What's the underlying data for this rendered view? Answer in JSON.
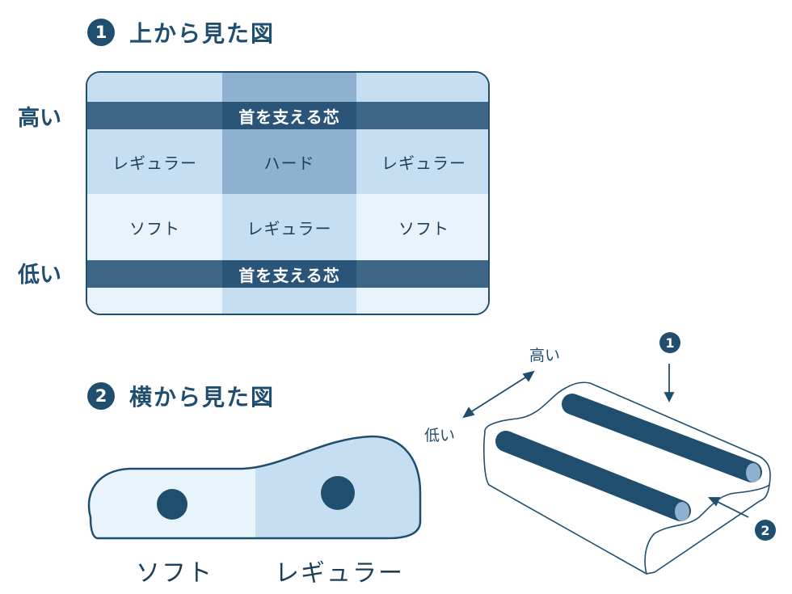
{
  "sections": [
    {
      "number": "1",
      "title": "上から見た図"
    },
    {
      "number": "2",
      "title": "横から見た図"
    }
  ],
  "top_view": {
    "high_label": "高い",
    "low_label": "低い",
    "core_label": "首を支える芯",
    "rows": [
      [
        "レギュラー",
        "ハード",
        "レギュラー"
      ],
      [
        "ソフト",
        "レギュラー",
        "ソフト"
      ]
    ]
  },
  "side_view": {
    "labels": [
      "ソフト",
      "レギュラー"
    ]
  },
  "iso_view": {
    "high_label": "高い",
    "low_label": "低い",
    "callouts": [
      "1",
      "2"
    ]
  },
  "colors": {
    "navy": "#1f4e6e",
    "core_band": "#3d6586",
    "hard": "#8db1ce",
    "regular": "#c5def2",
    "soft": "#e8f3fb"
  }
}
